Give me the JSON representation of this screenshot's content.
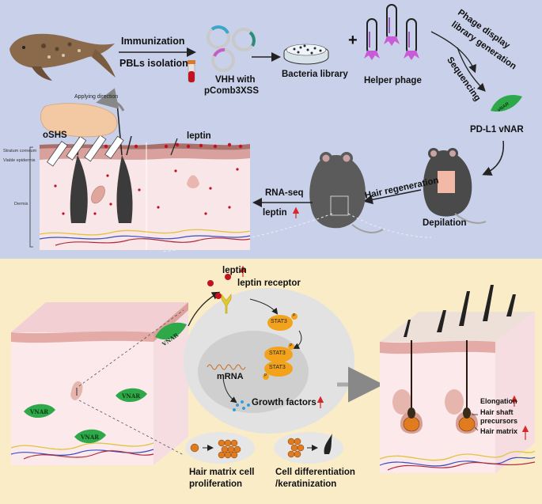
{
  "top_panel": {
    "immunization": "Immunization",
    "pbls_isolation": "PBLs isolation",
    "vhh_line1": "VHH with",
    "vhh_line2": "pComb3XSS",
    "bacteria_library": "Bacteria library",
    "plus": "+",
    "helper_phage": "Helper phage",
    "phage_display_line1": "Phage display",
    "phage_display_line2": "library generation",
    "sequencing": "Sequencing",
    "vnar_tag": "vNAR",
    "pdl1_vnar": "PD-L1 vNAR",
    "depilation": "Depilation",
    "hair_regeneration": "Hair regeneration",
    "rna_seq": "RNA-seq",
    "leptin_arrow": "leptin",
    "applying_direction": "Applying direction",
    "oshs": "oSHS",
    "leptin_skin": "leptin",
    "stratum_corneum": "Stratum corneum",
    "viable_epidermis": "Viable epidermis",
    "dermis": "Dermis"
  },
  "bottom_panel": {
    "leptin": "leptin",
    "leptin_receptor": "leptin receptor",
    "stat3_single": "STAT3",
    "stat3_dimer_top": "STAT3",
    "stat3_dimer_bottom": "STAT3",
    "phospho": "P",
    "mrna": "mRNA",
    "growth_factors": "Growth factors",
    "vnar_labels": [
      "VNAR",
      "VNAR",
      "VNAR",
      "VNAR"
    ],
    "hair_matrix_prolif_line1": "Hair matrix cell",
    "hair_matrix_prolif_line2": "proliferation",
    "cell_diff_line1": "Cell differentiation",
    "cell_diff_line2": "/keratinization",
    "elongation": "Elongation",
    "hair_shaft_line1": "Hair shaft",
    "hair_shaft_line2": "precursors",
    "hair_matrix": "Hair matrix"
  },
  "colors": {
    "top_bg": "#c9d0e9",
    "bottom_bg": "#fbecc8",
    "skin": "#f7e3e6",
    "epidermis": "#e8b7b5",
    "stratum": "#c98e89",
    "vnar_green": "#2fa84a",
    "stat3_orange": "#f2a31b",
    "red_dot": "#c1121f",
    "up_arrow": "#d62828"
  },
  "icons": [
    "shark-icon",
    "plasmid-icon",
    "blood-tube-icon",
    "petri-dish-icon",
    "phage-icon",
    "mouse-icon",
    "finger-icon",
    "hair-follicle-icon",
    "receptor-icon",
    "cell-icon"
  ]
}
